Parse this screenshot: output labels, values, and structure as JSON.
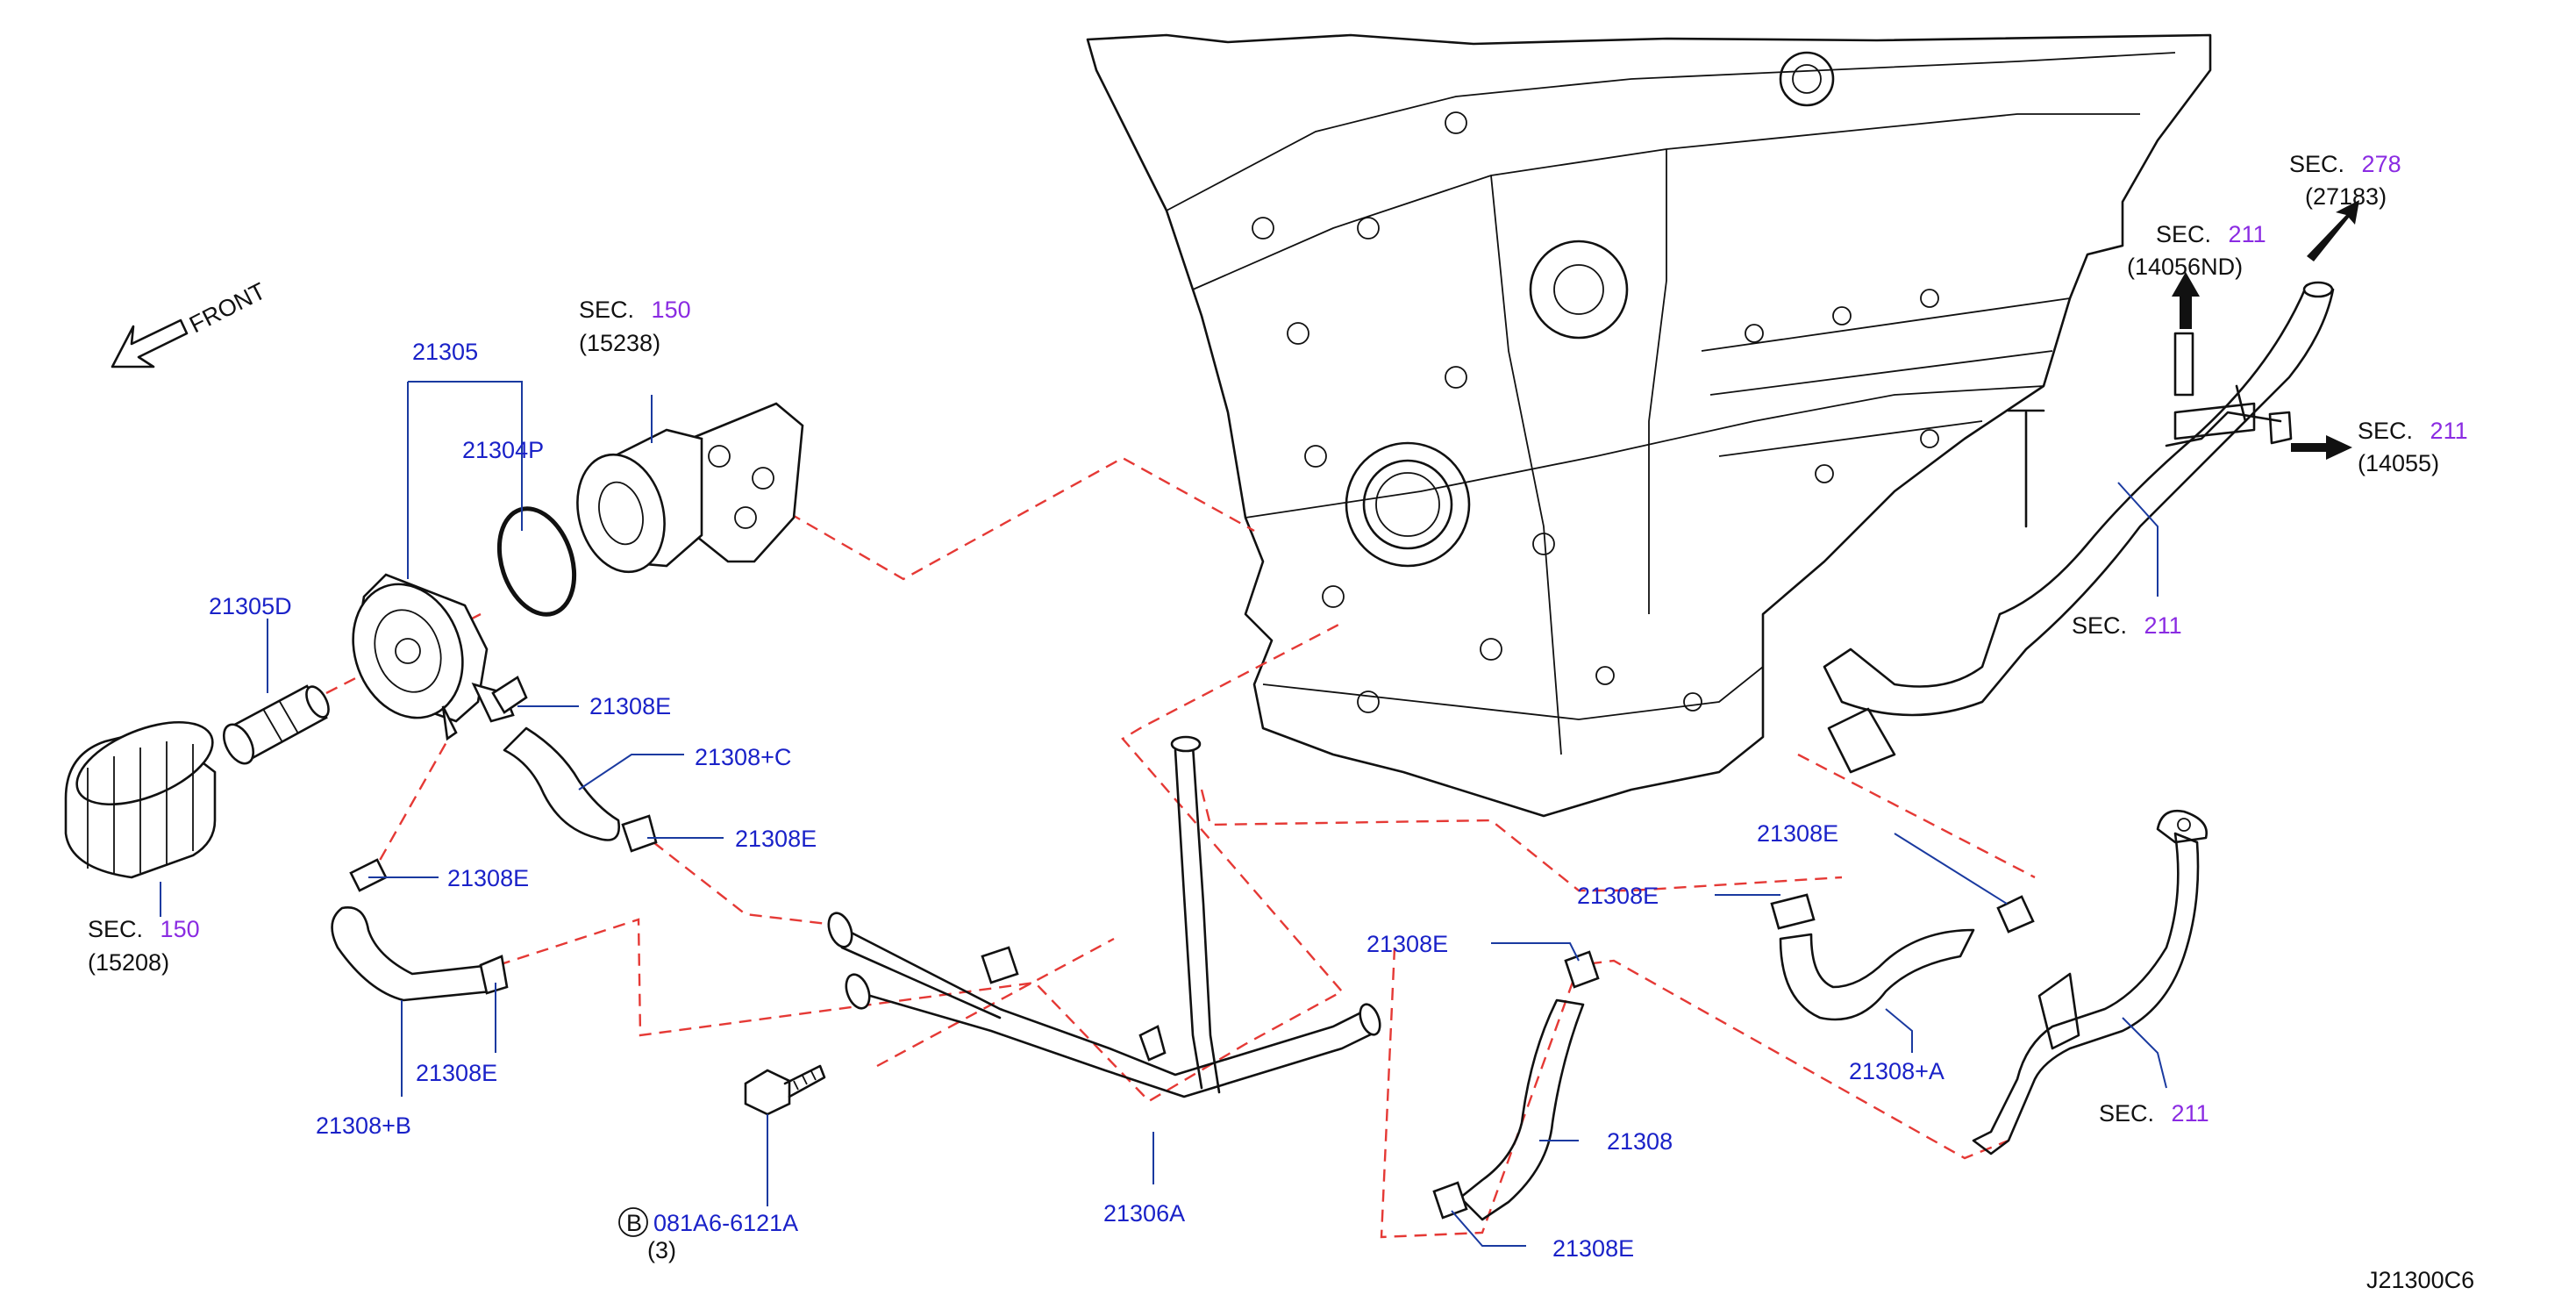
{
  "direction": {
    "label": "FRONT"
  },
  "callouts": {
    "sec_150_top": {
      "prefix": "SEC.",
      "number": "150",
      "ref": "(15238)"
    },
    "sec_150_left": {
      "prefix": "SEC.",
      "number": "150",
      "ref": "(15208)"
    },
    "sec_278": {
      "prefix": "SEC.",
      "number": "278",
      "ref": "(27183)"
    },
    "sec_211_a": {
      "prefix": "SEC.",
      "number": "211",
      "ref": "(14056ND)"
    },
    "sec_211_b": {
      "prefix": "SEC.",
      "number": "211",
      "ref": "(14055)"
    },
    "sec_211_c": {
      "prefix": "SEC.",
      "number": "211"
    },
    "sec_211_d": {
      "prefix": "SEC.",
      "number": "211"
    }
  },
  "parts": {
    "p21305": "21305",
    "p21304P": "21304P",
    "p21305D": "21305D",
    "p21308E_1": "21308E",
    "p21308C": "21308+C",
    "p21308E_2": "21308E",
    "p21308E_3": "21308E",
    "p21308E_4": "21308E",
    "p21308B": "21308+B",
    "p21306A": "21306A",
    "p21308E_5": "21308E",
    "p21308E_6": "21308E",
    "p21308E_7": "21308E",
    "p21308": "21308",
    "p21308E_8": "21308E",
    "p21308A": "21308+A"
  },
  "bolt": {
    "circle_letter": "B",
    "part": "081A6-6121A",
    "qty": "(3)"
  },
  "diagram_id": "J21300C6"
}
